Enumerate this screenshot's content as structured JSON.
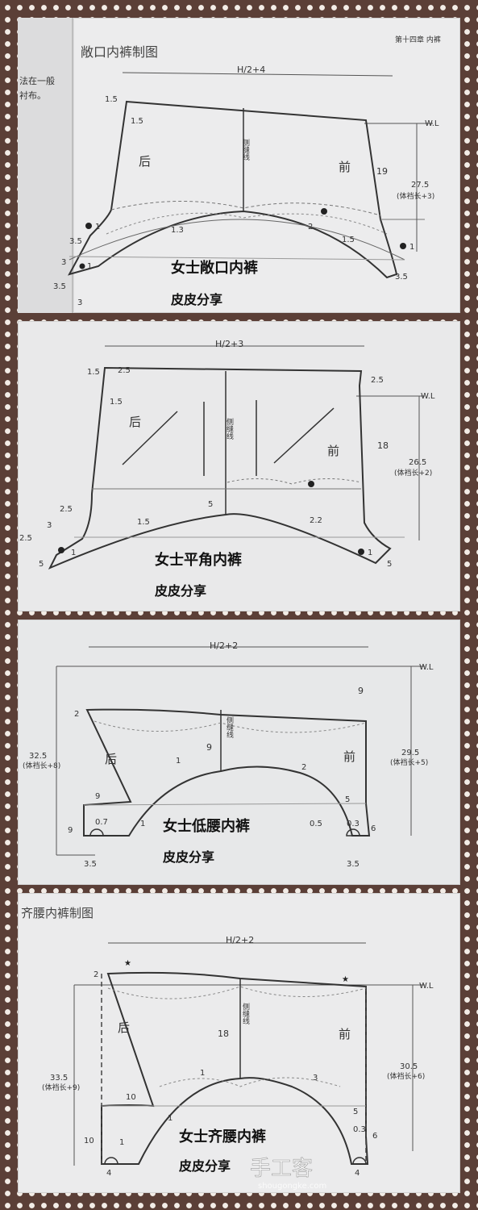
{
  "panels": [
    {
      "page_title": "敞口内裤制图",
      "page_header": "第十四章  内裤",
      "margin_text_1": "法在一般",
      "margin_text_2": "衬布。",
      "margin_text_3": "",
      "width_formula": "H/2+4",
      "wl": "W.L",
      "back": "后",
      "front": "前",
      "side_seam": "侧缝线",
      "dims": {
        "a": "1.5",
        "b": "1.5",
        "c": "19",
        "d": "27.5",
        "e": "(体裆长+3)",
        "f": "1",
        "g": "1.3",
        "h": "2",
        "i": "1.5",
        "j": "1",
        "k": "3.5",
        "l": "3",
        "m": "3.5",
        "n": "3",
        "o": "1",
        "p": "3.5"
      },
      "caption1": "女士敞口内裤",
      "caption2": "皮皮分享"
    },
    {
      "width_formula": "H/2+3",
      "wl": "W.L",
      "back": "后",
      "front": "前",
      "side_seam": "侧缝线",
      "dims": {
        "a": "1.5",
        "b": "2.5",
        "c": "1.5",
        "d": "2.5",
        "e": "18",
        "f": "26.5",
        "g": "(体裆长+2)",
        "h": "5",
        "i": "1.5",
        "j": "2.2",
        "k": "2.5",
        "l": "3",
        "m": "2.5",
        "n": "5",
        "o": "1",
        "p": "1",
        "q": "5"
      },
      "caption1": "女士平角内裤",
      "caption2": "皮皮分享"
    },
    {
      "width_formula": "H/2+2",
      "wl": "W.L",
      "back": "后",
      "front": "前",
      "side_seam": "侧缝线",
      "dims": {
        "a": "2",
        "b": "9",
        "c": "9",
        "d": "32.5",
        "e": "(体裆长+8)",
        "f": "29.5",
        "g": "(体裆长+5)",
        "h": "1",
        "i": "2",
        "j": "9",
        "k": "0.7",
        "l": "1",
        "m": "5",
        "n": "0.5",
        "o": "0.3",
        "p": "6",
        "q": "3.5",
        "r": "3.5",
        "s": "9"
      },
      "caption1": "女士低腰内裤",
      "caption2": "皮皮分享"
    },
    {
      "page_title": "齐腰内裤制图",
      "width_formula": "H/2+2",
      "wl": "W.L",
      "back": "后",
      "front": "前",
      "side_seam": "侧缝线",
      "dims": {
        "a": "2",
        "b": "18",
        "c": "33.5",
        "d": "(体裆长+9)",
        "e": "30.5",
        "f": "(体裆长+6)",
        "g": "1",
        "h": "3",
        "i": "10",
        "j": "1",
        "k": "10",
        "l": "1",
        "m": "5",
        "n": "0.3",
        "o": "6",
        "p": "4",
        "q": "4"
      },
      "caption1": "女士齐腰内裤",
      "caption2": "皮皮分享",
      "watermark": "手工客",
      "watermark_url": "shougongke.com"
    }
  ]
}
